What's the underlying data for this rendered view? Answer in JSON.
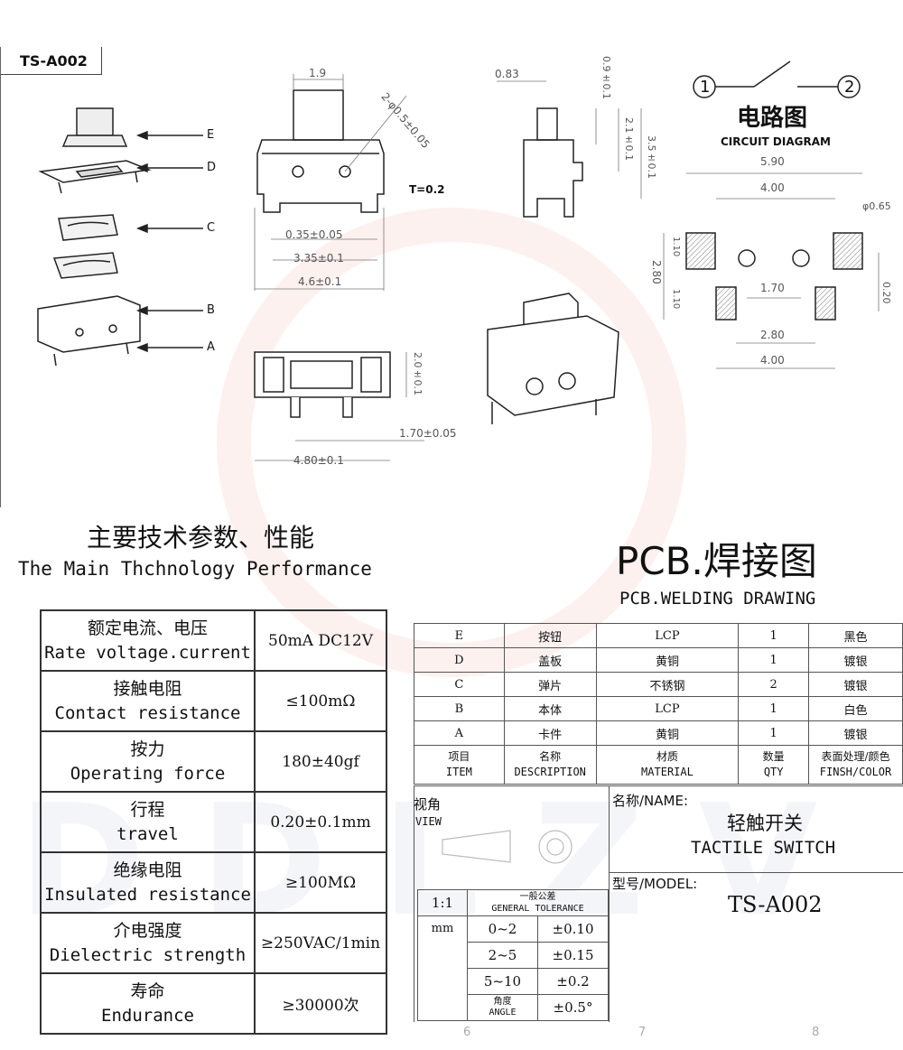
{
  "model_tag": "TS-A002",
  "parts": [
    "E",
    "D",
    "C",
    "B",
    "A"
  ],
  "dims": {
    "d1": "1.9",
    "d2": "2-φ0.5±0.05",
    "d3": "T=0.2",
    "d4": "0.35±0.05",
    "d5": "3.35±0.1",
    "d6": "4.6±0.1",
    "d7": "0.83",
    "d8": "0.9±0.1",
    "d9": "2.1±0.1",
    "d10": "3.5±0.1",
    "d11": "2.0±0.1",
    "d12": "1.70±0.05",
    "d13": "4.80±0.1"
  },
  "circuit": {
    "title_cn": "电路图",
    "title_en": "CIRCUIT DIAGRAM",
    "pin1": "1",
    "pin2": "2"
  },
  "pcb_dims": {
    "p1": "5.90",
    "p2": "4.00",
    "p3": "φ0.65",
    "p4": "1.10",
    "p5": "2.80",
    "p6": "1.10",
    "p7": "1.70",
    "p8": "0.20",
    "p9": "2.80",
    "p10": "4.00"
  },
  "perf_title_cn": "主要技术参数、性能",
  "perf_title_en": "The Main Thchnology Performance",
  "pcb_title_cn": "PCB.焊接图",
  "pcb_title_en": "PCB.WELDING DRAWING",
  "specs": [
    {
      "cn": "额定电流、电压",
      "en": "Rate voltage.current",
      "value": "50mA DC12V"
    },
    {
      "cn": "接触电阻",
      "en": "Contact resistance",
      "value": "≤100mΩ"
    },
    {
      "cn": "按力",
      "en": "Operating force",
      "value": "180±40gf"
    },
    {
      "cn": "行程",
      "en": "travel",
      "value": "0.20±0.1mm"
    },
    {
      "cn": "绝缘电阻",
      "en": "Insulated resistance",
      "value": "≥100MΩ"
    },
    {
      "cn": "介电强度",
      "en": "Dielectric strength",
      "value": "≥250VAC/1min"
    },
    {
      "cn": "寿命",
      "en": "Endurance",
      "value": "≥30000次"
    }
  ],
  "bom": [
    {
      "item": "E",
      "desc": "按钮",
      "mat": "LCP",
      "qty": "1",
      "finish": "黑色"
    },
    {
      "item": "D",
      "desc": "盖板",
      "mat": "黄铜",
      "qty": "1",
      "finish": "镀银"
    },
    {
      "item": "C",
      "desc": "弹片",
      "mat": "不锈钢",
      "qty": "2",
      "finish": "镀银"
    },
    {
      "item": "B",
      "desc": "本体",
      "mat": "LCP",
      "qty": "1",
      "finish": "白色"
    },
    {
      "item": "A",
      "desc": "卡件",
      "mat": "黄铜",
      "qty": "1",
      "finish": "镀银"
    }
  ],
  "bom_header": {
    "item_cn": "项目",
    "item_en": "ITEM",
    "desc_cn": "名称",
    "desc_en": "DESCRIPTION",
    "mat_cn": "材质",
    "mat_en": "MATERIAL",
    "qty_cn": "数量",
    "qty_en": "QTY",
    "finish_cn": "表面处理/颜色",
    "finish_en": "FINSH/COLOR"
  },
  "title_block": {
    "view_cn": "视角",
    "view_en": "VIEW",
    "name_label": "名称/NAME:",
    "name_cn": "轻触开关",
    "name_en": "TACTILE SWITCH",
    "model_label": "型号/MODEL:",
    "model": "TS-A002",
    "scale": "1:1",
    "unit": "mm",
    "tol_cn": "一般公差",
    "tol_en": "GENERAL TOLERANCE",
    "tolerances": [
      {
        "range": "0~2",
        "tol": "±0.10"
      },
      {
        "range": "2~5",
        "tol": "±0.15"
      },
      {
        "range": "5~10",
        "tol": "±0.2"
      }
    ],
    "angle_cn": "角度",
    "angle_en": "ANGLE",
    "angle_tol": "±0.5°",
    "col6": "6",
    "col7": "7",
    "col8": "8"
  }
}
